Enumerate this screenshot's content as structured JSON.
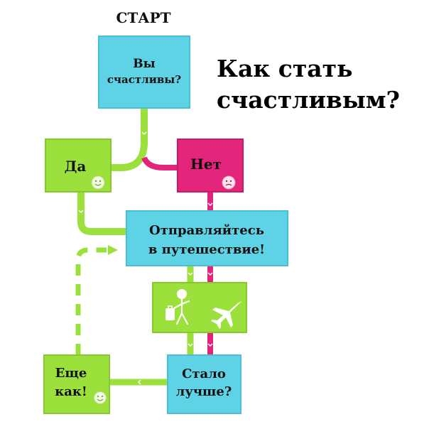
{
  "title": {
    "line1": "Как стать",
    "line2": "счастливым?"
  },
  "start_label": "СТАРТ",
  "nodes": {
    "question": {
      "line1": "Вы",
      "line2": "счастливы?"
    },
    "yes": {
      "label": "Да"
    },
    "no": {
      "label": "Нет"
    },
    "travel": {
      "line1": "Отправляйтесь",
      "line2": "в путешествие!"
    },
    "better": {
      "line1": "Стало",
      "line2": "лучше?"
    },
    "more": {
      "line1": "Еще",
      "line2": "как!"
    }
  },
  "icons": {
    "travel_box": [
      "traveler-icon",
      "airplane-icon"
    ],
    "yes": "smiley-happy-icon",
    "no": "smiley-sad-icon",
    "more": "smiley-happy-icon"
  },
  "colors": {
    "cyan": "#5fd3e6",
    "green": "#9be03b",
    "pink": "#e2247b",
    "cyan_border": "#49bfd4",
    "green_border": "#86c92c"
  }
}
